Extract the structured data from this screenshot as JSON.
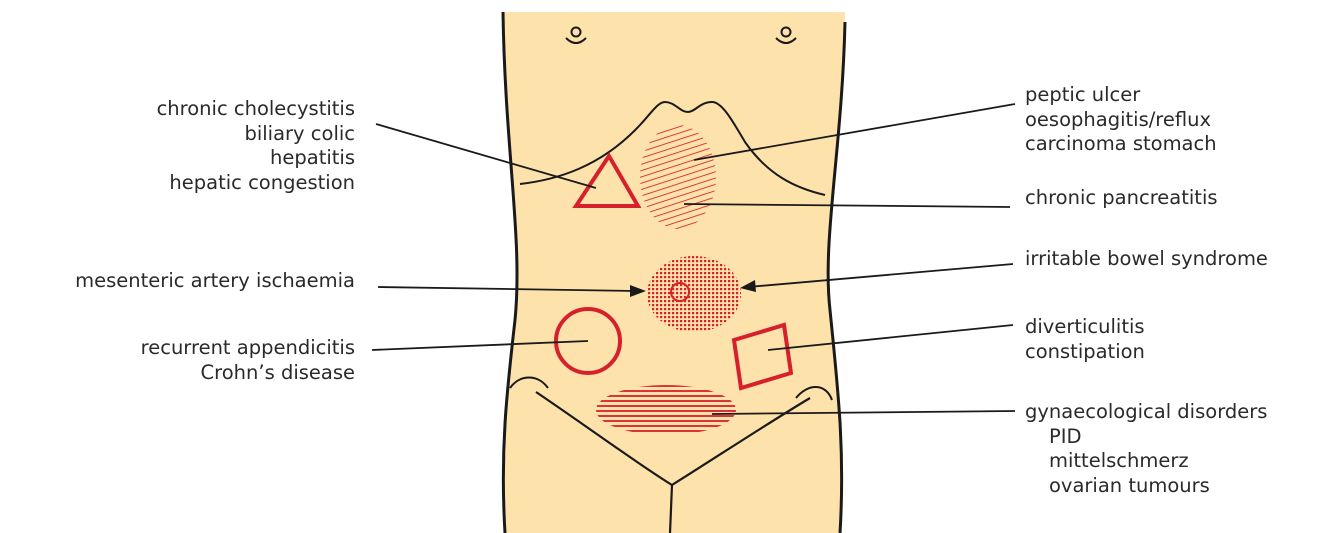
{
  "colors": {
    "skin": "#fde2ac",
    "outline": "#1a1a1a",
    "marker_red": "#d6202b",
    "text": "#2a2a2a"
  },
  "labels": {
    "gallbladder": [
      "chronic cholecystitis",
      "biliary colic",
      "hepatitis",
      "hepatic congestion"
    ],
    "stomach": [
      "peptic ulcer",
      "oesophagitis/reflux",
      "carcinoma stomach"
    ],
    "pancreas": [
      "chronic pancreatitis"
    ],
    "ischaemia": [
      "mesenteric artery ischaemia"
    ],
    "ibs": [
      "irritable bowel syndrome"
    ],
    "appendix": [
      "recurrent appendicitis",
      "Crohn’s disease"
    ],
    "colon": [
      "diverticulitis",
      "constipation"
    ],
    "gynae": {
      "title": "gynaecological disorders",
      "items": [
        "PID",
        "mittelschmerz",
        "ovarian tumours"
      ]
    }
  },
  "markers": {
    "triangle": "triangle-marker",
    "stomach": "hatched-oval-marker",
    "umbilical": "cross-hatched-marker",
    "circle": "circle-marker",
    "square": "square-marker",
    "pelvic": "striped-ellipse-marker"
  }
}
